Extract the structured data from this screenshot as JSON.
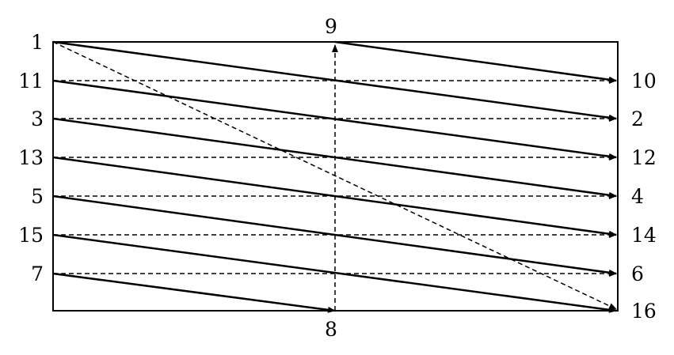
{
  "diagram": {
    "labels": {
      "top_left": "1",
      "top_center": "9",
      "bottom_center": "8",
      "left": [
        "11",
        "3",
        "13",
        "5",
        "15",
        "7"
      ],
      "right": [
        "10",
        "2",
        "12",
        "4",
        "14",
        "6",
        "16"
      ]
    },
    "colors": {
      "stroke": "#000000",
      "background": "#ffffff"
    }
  }
}
